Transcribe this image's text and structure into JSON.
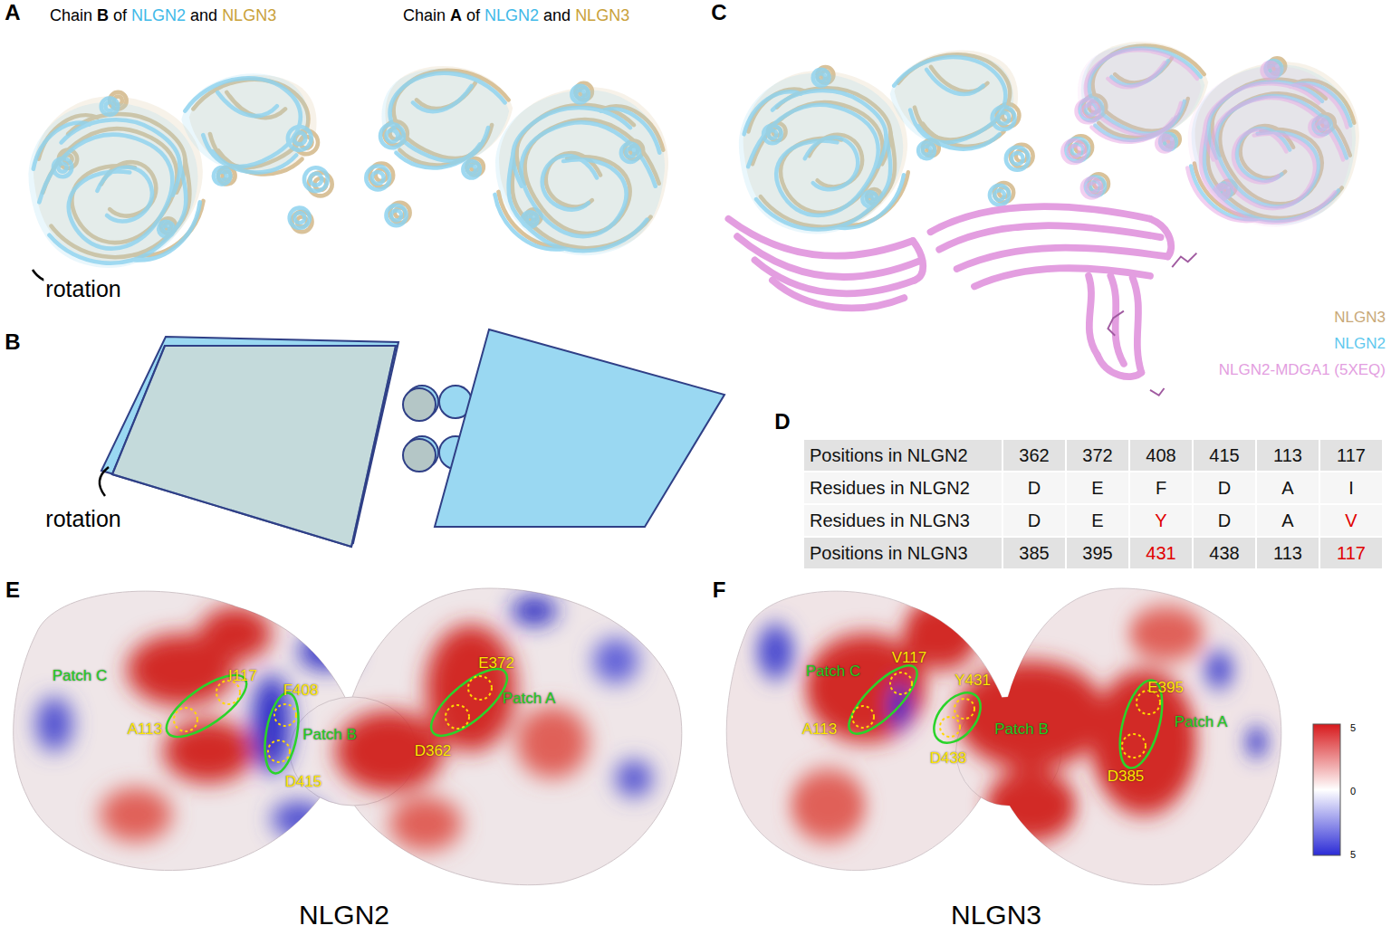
{
  "diagram": {
    "labels": [
      "Chain",
      "B",
      "of",
      "NLGN2",
      "and",
      "NLGN3",
      "Chain",
      "A",
      "of",
      "NLGN2",
      "and",
      "NLGN3",
      "A",
      "rotation",
      "B",
      "rotation",
      "C",
      "D",
      "Positions in NLGN2",
      "362",
      "372",
      "408",
      "415",
      "113",
      "117",
      "Residues in NLGN2",
      "D",
      "E",
      "F",
      "D",
      "A",
      "I",
      "Residues in NLGN3",
      "D",
      "E",
      "Y",
      "D",
      "A",
      "V",
      "Positions in NLGN3",
      "385",
      "395",
      "431",
      "438",
      "113",
      "117",
      "E",
      "Patch C",
      "I117",
      "A113",
      "F408",
      "Patch B",
      "D415",
      "E372",
      "Patch A",
      "D362",
      "NLGN2",
      "F",
      "Patch C",
      "V117",
      "A113",
      "Y431",
      "Patch B",
      "D438",
      "E395",
      "Patch A",
      "D385",
      "NLGN3",
      "5",
      "0",
      "5"
    ],
    "legend": [
      {
        "text": "NLGN3",
        "color": "#c8a878"
      },
      {
        "text": "NLGN2",
        "color": "#5ec8ee"
      },
      {
        "text": "NLGN2-MDGA1 (5XEQ)",
        "color": "#e39ee0"
      }
    ]
  }
}
